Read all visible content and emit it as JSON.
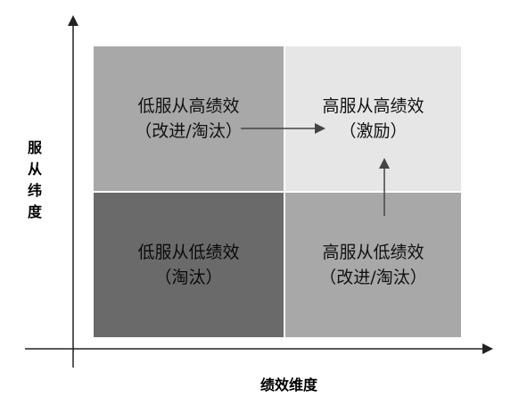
{
  "diagram": {
    "quadrants": {
      "top_left": {
        "line1": "低服从高绩效",
        "line2": "（改进/淘汰）",
        "fill": "#a8a8a8"
      },
      "top_right": {
        "line1": "高服从高绩效",
        "line2": "（激励）",
        "fill": "#e6e6e6"
      },
      "bottom_left": {
        "line1": "低服从低绩效",
        "line2": "（淘汰）",
        "fill": "#6a6a6a"
      },
      "bottom_right": {
        "line1": "高服从低绩效",
        "line2": "（改进/淘汰）",
        "fill": "#a8a8a8"
      }
    },
    "y_axis_label": [
      "服",
      "从",
      "纬",
      "度"
    ],
    "x_axis_label": "绩效维度",
    "colors": {
      "axis": "#222222",
      "arrow": "#444444",
      "divider": "#ffffff"
    }
  }
}
